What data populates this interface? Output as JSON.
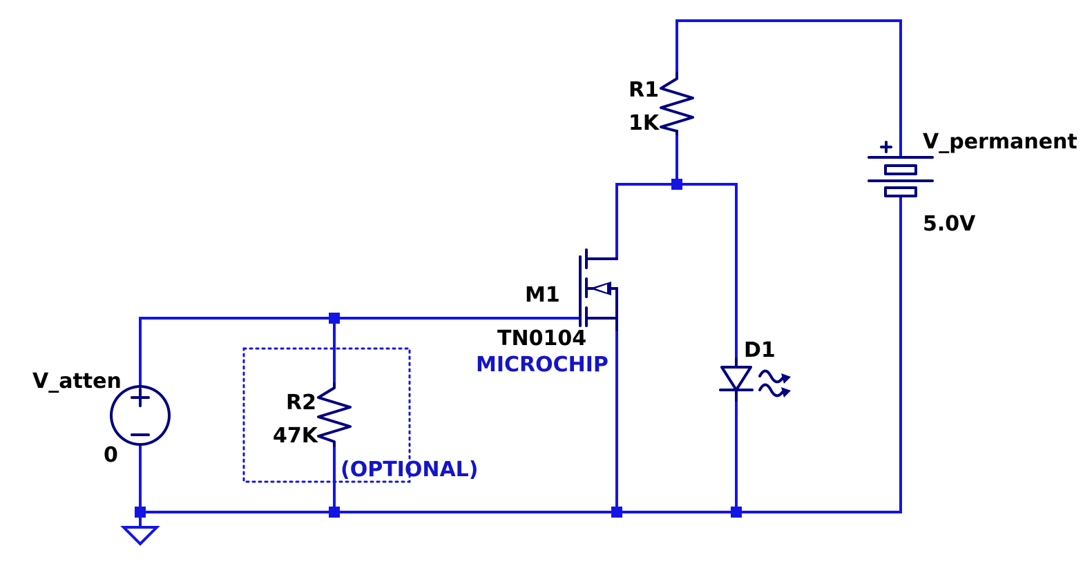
{
  "components": {
    "r1": {
      "ref": "R1",
      "value": "1K"
    },
    "r2": {
      "ref": "R2",
      "value": "47K"
    },
    "m1": {
      "ref": "M1",
      "part": "TN0104",
      "maker": "MICROCHIP"
    },
    "d1": {
      "ref": "D1"
    },
    "v_permanent": {
      "ref": "V_permanent",
      "value": "5.0V"
    },
    "v_atten": {
      "ref": "V_atten",
      "value": "0"
    }
  },
  "annotations": {
    "optional_note": "(OPTIONAL)"
  },
  "colors": {
    "wire": "#1414e6",
    "symbol": "#000080",
    "label": "#000000",
    "note": "#1414c8",
    "background": "#ffffff"
  }
}
